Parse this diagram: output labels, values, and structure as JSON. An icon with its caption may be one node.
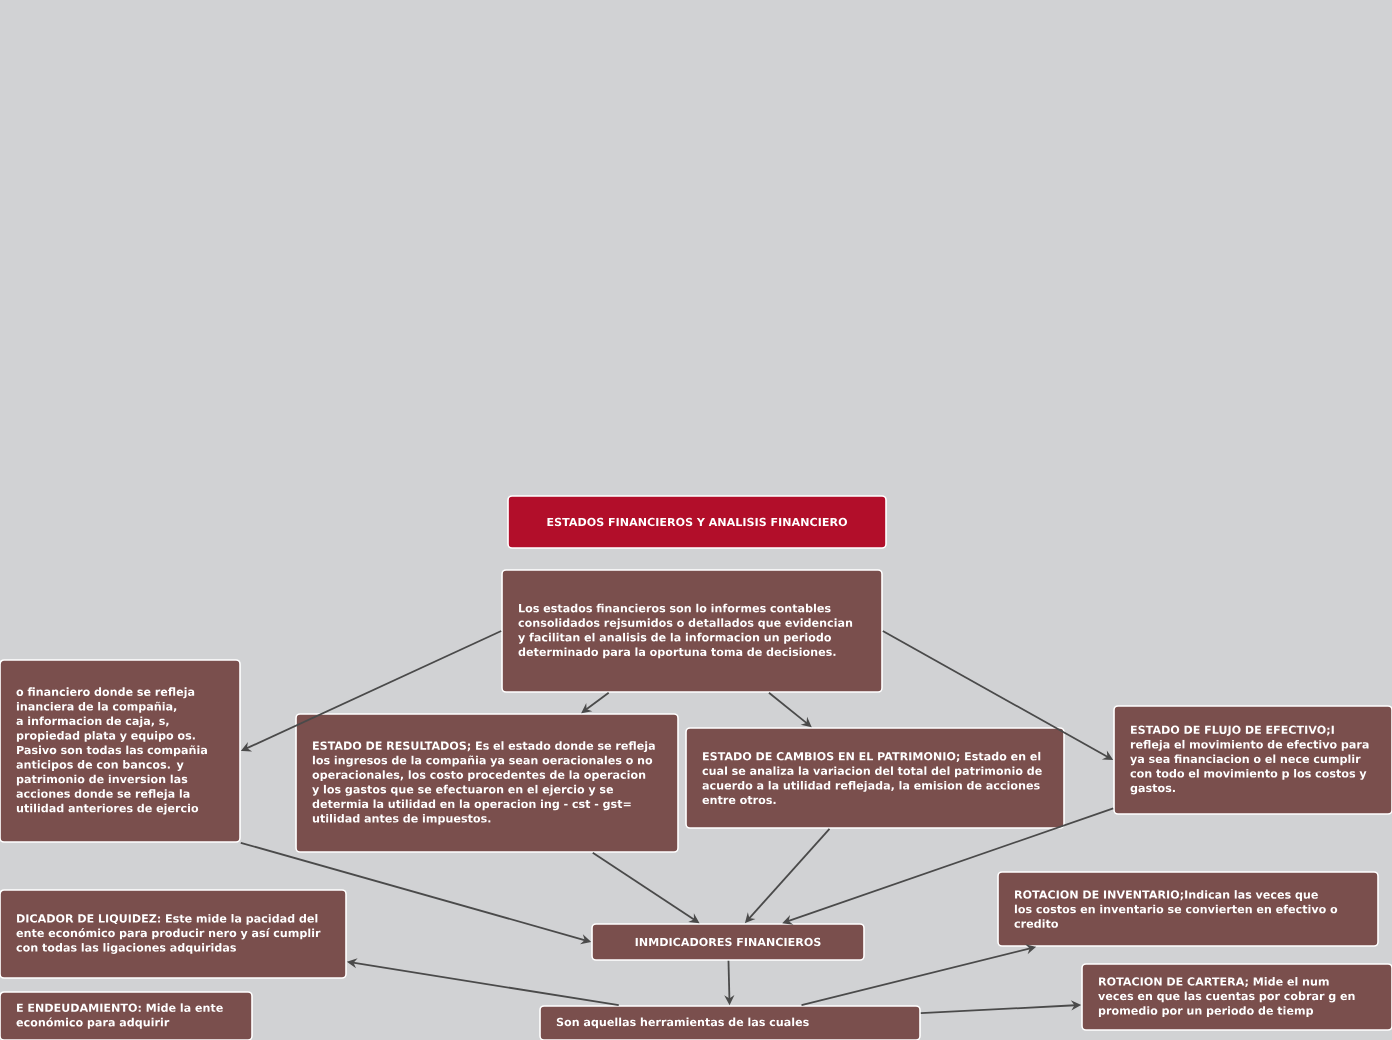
{
  "diagram": {
    "title": "ESTADOS FINANCIEROS Y ANALISIS FINANCIERO",
    "nodes": [
      {
        "text": [
          "Los estados financieros son lo informes contables consolidados rejsumidos o detallados que evidencian y facilitan el analisis de la informacion  un periodo determinado para la oportuna toma de decisiones."
        ]
      },
      {
        "text": [
          "o financiero donde se refleja inanciera de la compañia, a informacion de caja, s, propiedad plata y equipo os. Pasivo son todas las compañia anticipos de con bancos. y patrimonio de inversion las acciones donde se refleja la utilidad anteriores de ejercio"
        ]
      },
      {
        "text": [
          "ESTADO DE RESULTADOS; Es el estado donde se refleja los ingresos de la compañia ya sean oeracionales o no operacionales, los costo procedentes de la operacion y los gastos que se efectuaron en el ejercio y se determia la utilidad en la operacion ing - cst - gst= utilidad antes de impuestos."
        ]
      },
      {
        "text": [
          "ESTADO DE CAMBIOS EN EL PATRIMONIO; Estado en el cual se analiza la variacion del total del patrimonio de acuerdo a la utilidad reflejada, la emision de acciones entre otros."
        ]
      },
      {
        "text": [
          "ESTADO DE FLUJO DE EFECTIVO;I refleja el movimiento de efectivo para ya sea financiacion o el nece cumplir con todo el movimiento p los costos y gastos."
        ]
      },
      {
        "text": [
          "INMDICADORES FINANCIEROS"
        ]
      },
      {
        "text": [
          "Son aquellas herramientas de las cuales"
        ]
      },
      {
        "text": [
          "DICADOR DE LIQUIDEZ: Este mide la pacidad del ente económico para producir nero y así cumplir con todas las ligaciones adquiridas"
        ]
      },
      {
        "text": [
          "E ENDEUDAMIENTO: Mide la ente económico para adquirir"
        ]
      },
      {
        "text": [
          "ROTACION DE INVENTARIO;Indican las veces que los costos en inventario se convierten en efectivo o credito"
        ]
      },
      {
        "text": [
          "ROTACION DE CARTERA; Mide el num veces en que las cuentas por cobrar g en promedio por un periodo de tiemp"
        ]
      }
    ],
    "edges": [
      {
        "from": 0,
        "to": 1,
        "arrow": "to"
      },
      {
        "from": 0,
        "to": 2,
        "arrow": "to"
      },
      {
        "from": 0,
        "to": 3,
        "arrow": "to"
      },
      {
        "from": 0,
        "to": 4,
        "arrow": "to"
      },
      {
        "from": 1,
        "to": 5,
        "arrow": "to"
      },
      {
        "from": 2,
        "to": 5,
        "arrow": "to"
      },
      {
        "from": 3,
        "to": 5,
        "arrow": "to"
      },
      {
        "from": 4,
        "to": 5,
        "arrow": "to"
      },
      {
        "from": 5,
        "to": 6,
        "arrow": "to"
      },
      {
        "from": 6,
        "to": 7,
        "arrow": "to"
      },
      {
        "from": 6,
        "to": 9,
        "arrow": "to"
      },
      {
        "from": 6,
        "to": 10,
        "arrow": "to"
      }
    ]
  }
}
